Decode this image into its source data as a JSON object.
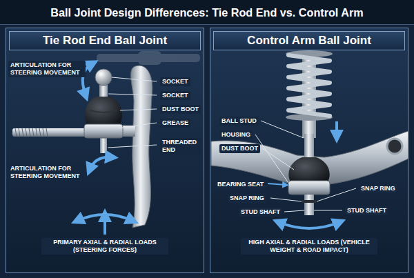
{
  "diagram": {
    "title": "Ball Joint Design Differences: Tie Rod End vs. Control Arm",
    "nodes": [
      {
        "text": [
          "Tie Rod End Ball Joint"
        ]
      },
      {
        "text": [
          "Control Arm Ball Joint"
        ]
      }
    ],
    "labels": [
      "ARTICULATION FOR STEERING MOVEMENT",
      "SOCKET",
      "SOCKET",
      "DUST BOOT",
      "GREASE",
      "THREADED END",
      "ARTICULATION FOR STEERING MOVEMENT",
      "PRIMARY AXIAL & RADIAL LOADS (STEERING FORCES)",
      "BALL STUD",
      "HOUSING",
      "DUST BOOT",
      "BEARING SEAT",
      "SNAP RING",
      "STUD SHAFT",
      "SNAP RING",
      "STUD SHAFT",
      "HIGH AXIAL & RADIAL LOADS (VEHICLE WEIGHT & ROAD IMPACT)"
    ]
  }
}
